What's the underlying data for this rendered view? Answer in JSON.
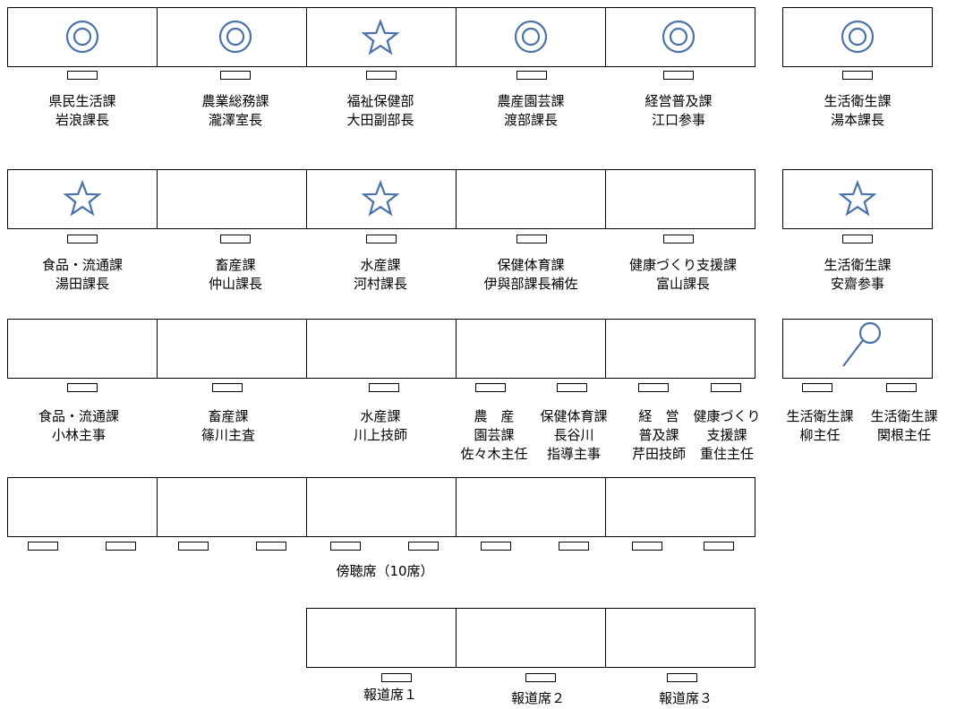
{
  "colors": {
    "mark": "#4a71a8",
    "line": "#000000"
  },
  "row1": [
    {
      "icon": "double-circle-icon",
      "line1": "県民生活課",
      "line2": "岩浪課長"
    },
    {
      "icon": "double-circle-icon",
      "line1": "農業総務課",
      "line2": "瀧澤室長"
    },
    {
      "icon": "star-icon",
      "line1": "福祉保健部",
      "line2": "大田副部長"
    },
    {
      "icon": "double-circle-icon",
      "line1": "農産園芸課",
      "line2": "渡部課長"
    },
    {
      "icon": "double-circle-icon",
      "line1": "経営普及課",
      "line2": "江口参事"
    },
    {
      "icon": "double-circle-icon",
      "line1": "生活衛生課",
      "line2": "湯本課長"
    }
  ],
  "row2": [
    {
      "icon": "star-icon",
      "line1": "食品・流通課",
      "line2": "湯田課長"
    },
    {
      "icon": "",
      "line1": "畜産課",
      "line2": "仲山課長"
    },
    {
      "icon": "star-icon",
      "line1": "水産課",
      "line2": "河村課長"
    },
    {
      "icon": "",
      "line1": "保健体育課",
      "line2": "伊與部課長補佐"
    },
    {
      "icon": "",
      "line1": "健康づくり支援課",
      "line2": "富山課長"
    },
    {
      "icon": "star-icon",
      "line1": "生活衛生課",
      "line2": "安齋参事"
    }
  ],
  "row3": [
    {
      "line1": "食品・流通課",
      "line2": "小林主事"
    },
    {
      "line1": "畜産課",
      "line2": "篠川主査"
    },
    {
      "line1": "水産課",
      "line2": "川上技師"
    }
  ],
  "row3_split": [
    {
      "line1": "農　産",
      "line2": "園芸課",
      "line3": "佐々木主任"
    },
    {
      "line1": "保健体育課",
      "line2": "長谷川",
      "line3": "指導主事"
    },
    {
      "line1": "経　営",
      "line2": "普及課",
      "line3": "芹田技師"
    },
    {
      "line1": "健康づくり",
      "line2": "支援課",
      "line3": "重住主任"
    }
  ],
  "row3_right": [
    {
      "line1": "生活衛生課",
      "line2": "柳主任"
    },
    {
      "line1": "生活衛生課",
      "line2": "関根主任"
    }
  ],
  "row3_right_icon": "magnifier-icon",
  "gallery_label": "傍聴席（10席）",
  "press": [
    "報道席１",
    "報道席２",
    "報道席３"
  ]
}
